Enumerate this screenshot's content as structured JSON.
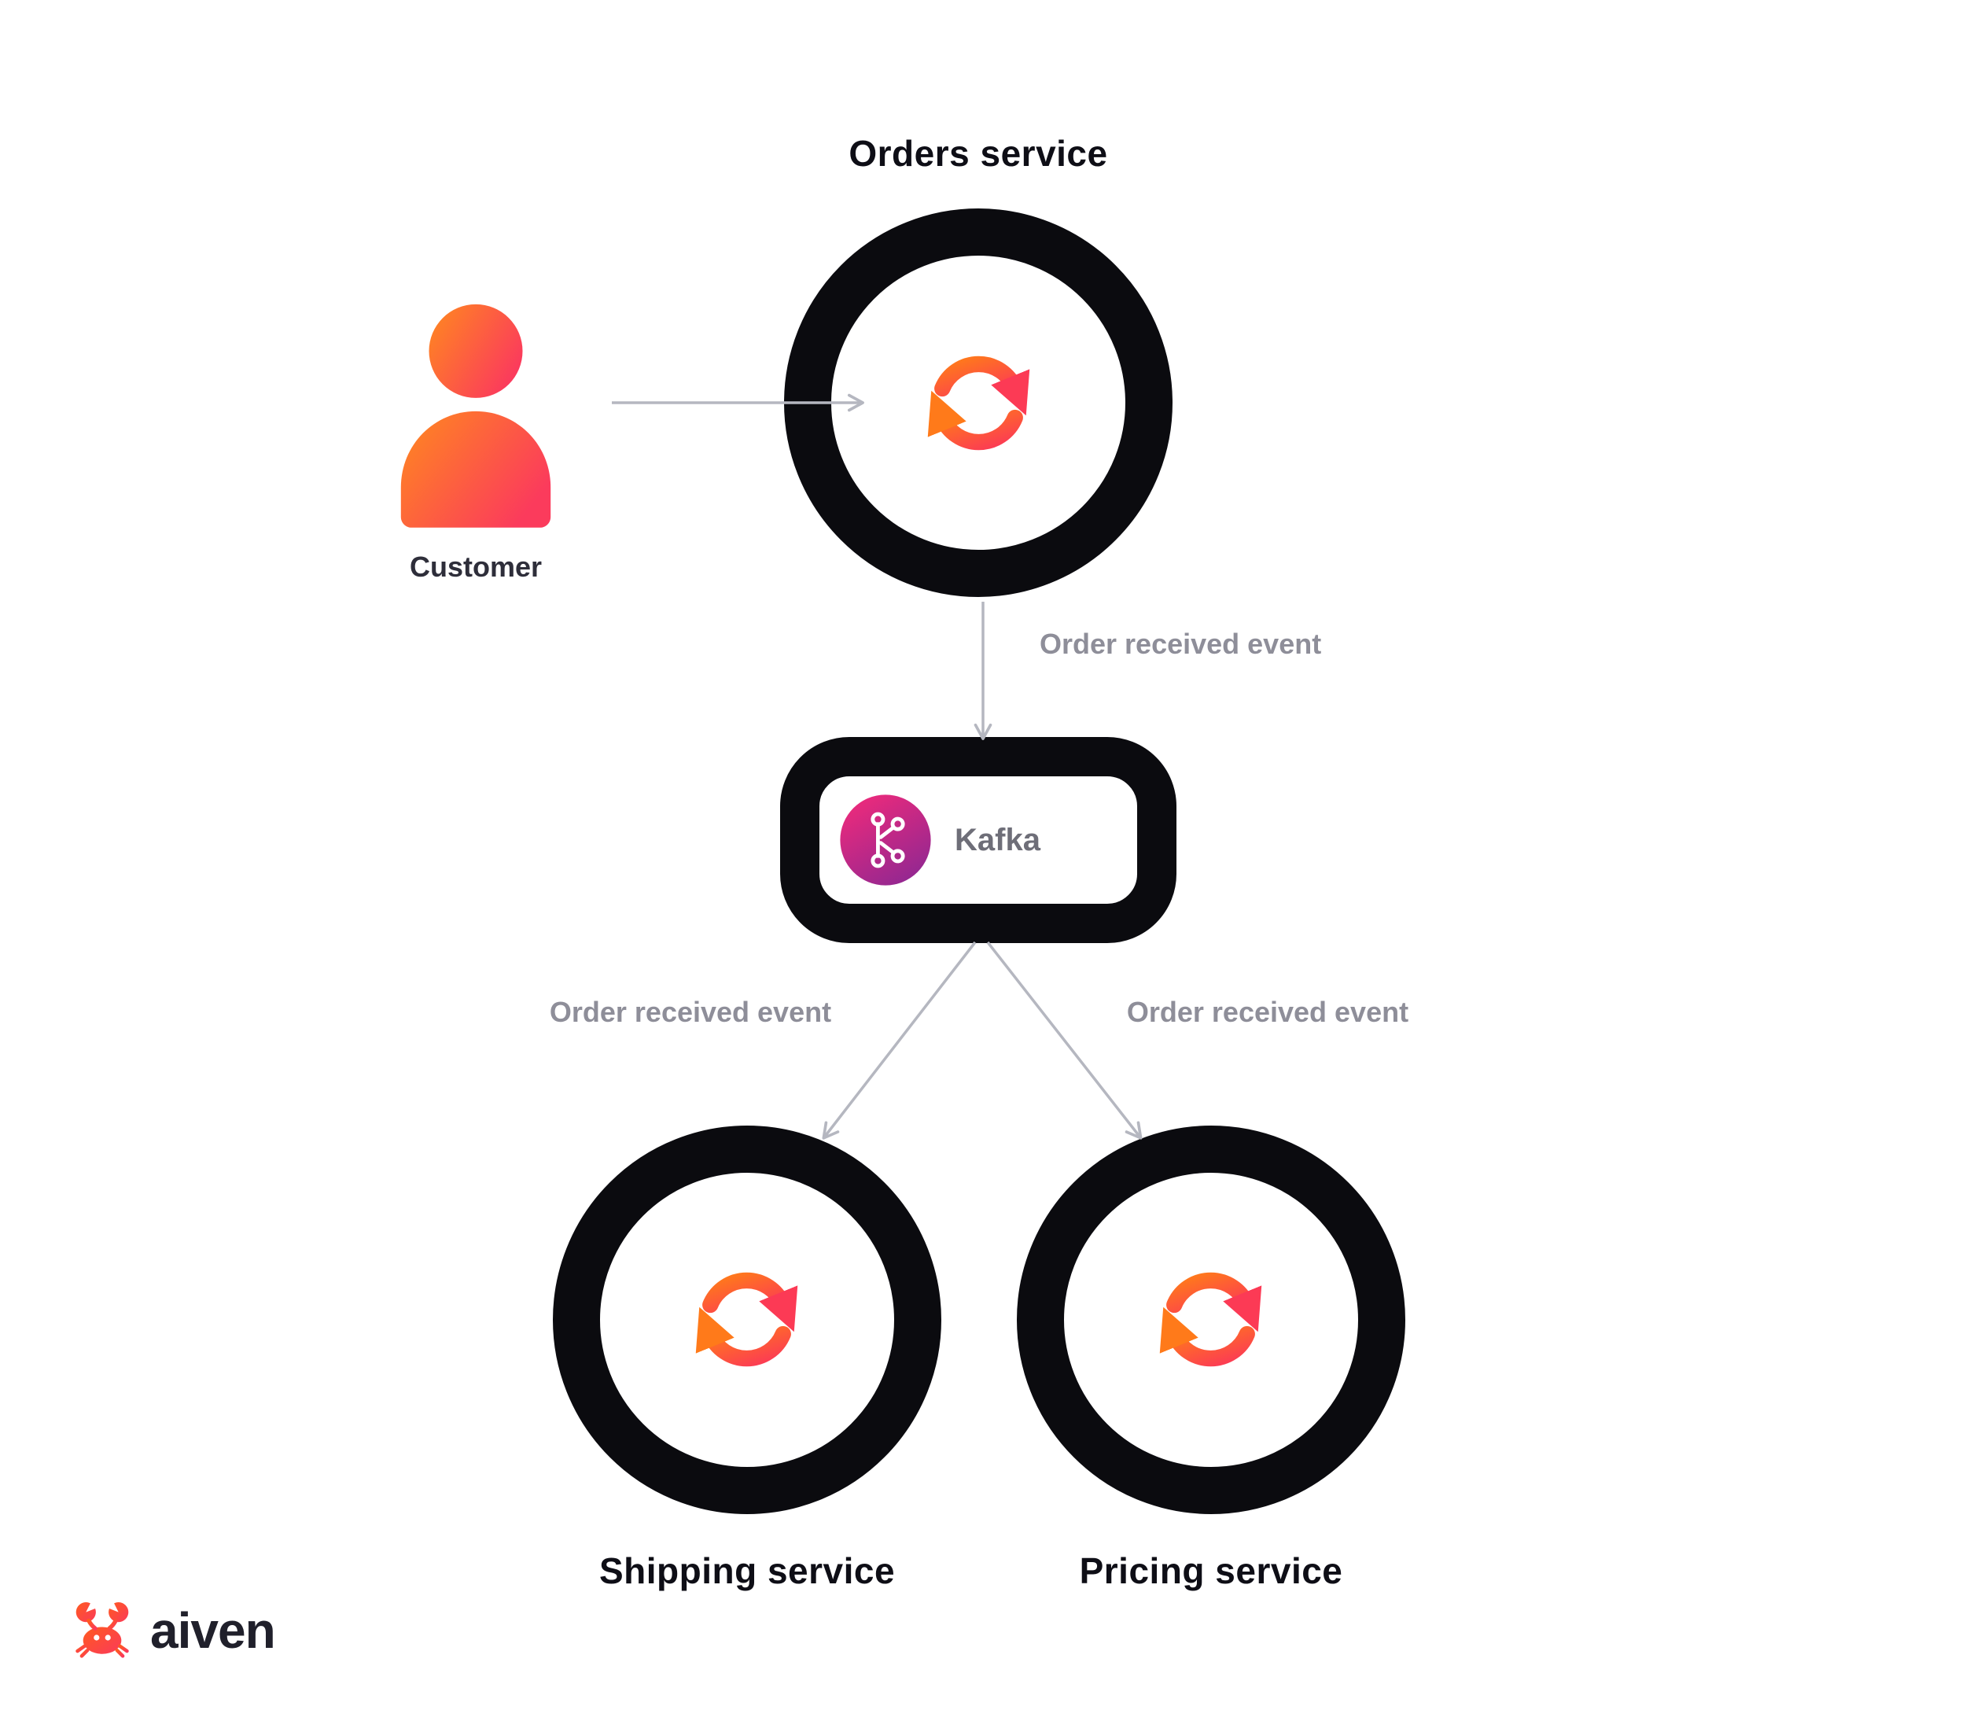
{
  "title": "Orders service",
  "actors": {
    "customer": "Customer"
  },
  "broker": {
    "name": "Kafka"
  },
  "services": {
    "shipping": "Shipping service",
    "pricing": "Pricing service"
  },
  "events": {
    "top": "Order received event",
    "left": "Order received event",
    "right": "Order received event"
  },
  "brand": {
    "name": "aiven"
  },
  "colors": {
    "node_border": "#0b0b0f",
    "accent_orange": "#ff7a1a",
    "accent_red": "#fc3a55",
    "kafka_pink": "#e91a7c",
    "kafka_purple": "#9a279a",
    "arrow_gray": "#b5b7c0",
    "event_label_gray": "#8e8e99",
    "text_dark": "#0e0e16"
  },
  "icons": {
    "customer": "person-icon",
    "service": "sync-arrows-icon",
    "kafka": "kafka-logo-icon",
    "brand": "crab-icon"
  }
}
